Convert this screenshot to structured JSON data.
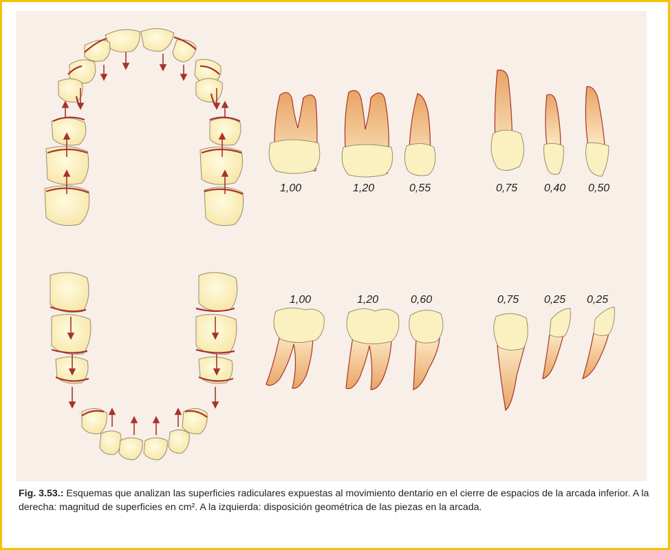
{
  "colors": {
    "frame": "#f2c300",
    "figure_background": "#f7efe8",
    "tooth_crown": "#fbf0b8",
    "tooth_root": "#f0b276",
    "arrow": "#a8322b",
    "arc_line": "#a8322b"
  },
  "upper_values": [
    "1,00",
    "1,20",
    "0,55",
    "0,75",
    "0,40",
    "0,50"
  ],
  "lower_values": [
    "1,00",
    "1,20",
    "0,60",
    "0,75",
    "0,25",
    "0,25"
  ],
  "caption": {
    "label": "Fig. 3.53.:",
    "text": " Esquemas que analizan las superficies radiculares expuestas al movimiento dentario en el cierre de espacios de la arcada inferior. A la derecha: magnitud de superficies en cm². A la izquierda: disposición geométrica de las piezas en la arcada."
  }
}
